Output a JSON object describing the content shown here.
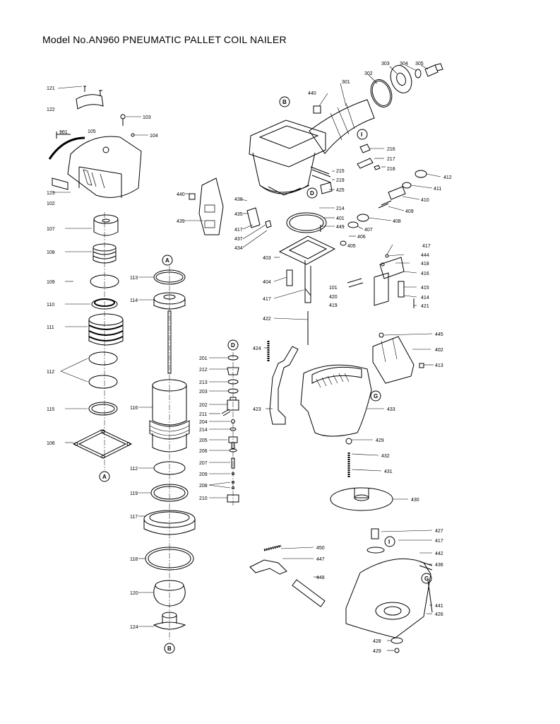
{
  "title": "Model No.AN960 PNEUMATIC PALLET COIL NAILER",
  "labels": {
    "121": "121",
    "122": "122",
    "103": "103",
    "101": "101",
    "105": "105",
    "104": "104",
    "123": "123",
    "102": "102",
    "107": "107",
    "108": "108",
    "109": "109",
    "110": "110",
    "111": "111",
    "112": "112",
    "115": "115",
    "106": "106",
    "113": "113",
    "114": "114",
    "116": "116",
    "112b": "112",
    "118": "118",
    "117": "117",
    "119": "119",
    "120": "120",
    "124": "124",
    "201": "201",
    "212": "212",
    "213": "213",
    "203": "203",
    "202": "202",
    "211": "211",
    "204": "204",
    "214": "214",
    "205": "205",
    "206": "206",
    "207": "207",
    "209": "209",
    "208": "208",
    "210": "210",
    "440": "440",
    "301": "301",
    "302": "302",
    "303": "303",
    "304": "304",
    "305": "305",
    "216": "216",
    "217": "217",
    "218": "218",
    "215": "215",
    "219": "219",
    "425": "425",
    "214b": "214",
    "401": "401",
    "449": "449",
    "438": "438",
    "435": "435",
    "417": "417",
    "437": "437",
    "434": "434",
    "439": "439",
    "440b": "440",
    "412": "412",
    "411": "411",
    "410": "410",
    "409": "409",
    "408": "408",
    "407": "407",
    "406": "406",
    "405": "405",
    "403": "403",
    "404": "404",
    "417b": "417",
    "422": "422",
    "101b": "101",
    "420": "420",
    "419": "419",
    "417c": "417",
    "444": "444",
    "418": "418",
    "416": "416",
    "415": "415",
    "414": "414",
    "421": "421",
    "445": "445",
    "402": "402",
    "413": "413",
    "424": "424",
    "423": "423",
    "433": "433",
    "429": "429",
    "432": "432",
    "431": "431",
    "430": "430",
    "427": "427",
    "417d": "417",
    "442": "442",
    "436": "436",
    "450": "450",
    "447": "447",
    "448": "448",
    "441": "441",
    "426": "426",
    "428": "428",
    "429b": "429"
  },
  "refs": {
    "A_top": "A",
    "A_bottom": "A",
    "B_top": "B",
    "B_bottom": "B",
    "D_top": "D",
    "D_mid": "D",
    "G_right": "G",
    "G_lower": "G",
    "I_top": "I",
    "I_lower": "I"
  }
}
